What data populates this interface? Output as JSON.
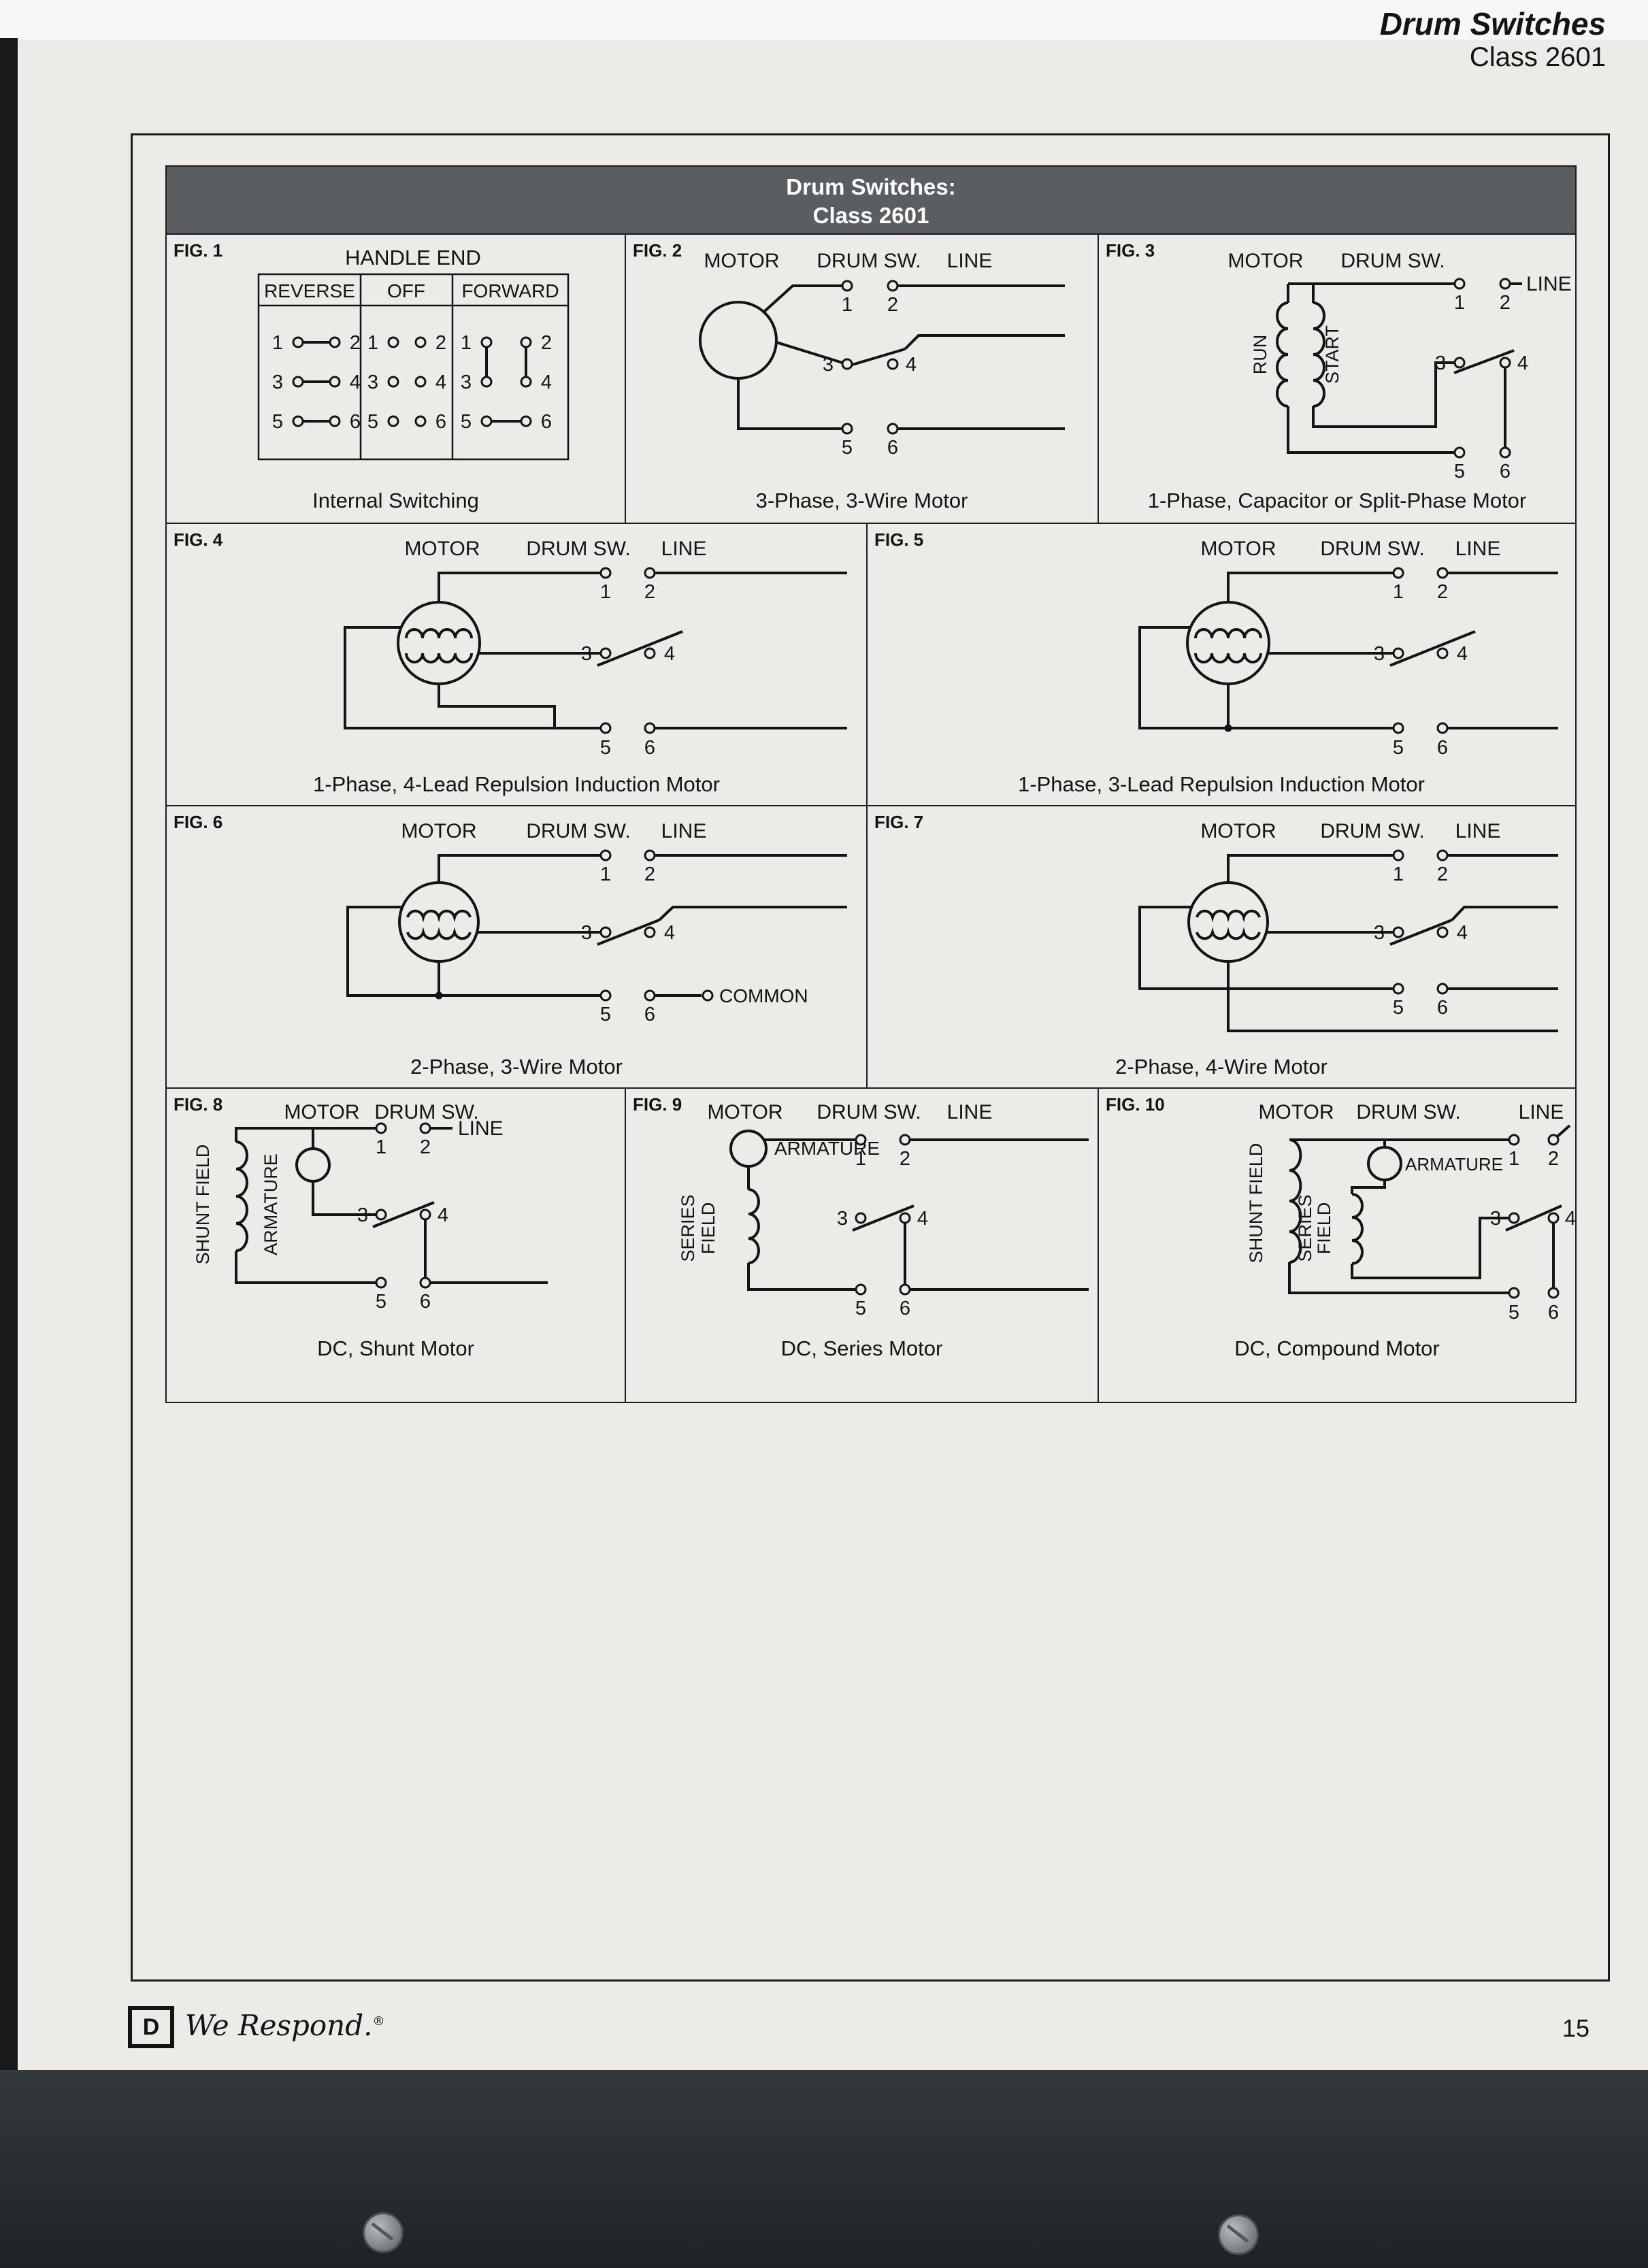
{
  "page": {
    "header_title": "Drum Switches",
    "header_subtitle": "Class 2601",
    "panel_title_line1": "Drum Switches:",
    "panel_title_line2": "Class 2601",
    "page_number": "15",
    "logo_letter": "D",
    "tagline": "We Respond.",
    "registered_mark": "®"
  },
  "labels": {
    "motor": "MOTOR",
    "drum_sw": "DRUM SW.",
    "line": "LINE",
    "run": "RUN",
    "start": "START",
    "common": "COMMON",
    "shunt_field": "SHUNT FIELD",
    "series": "SERIES",
    "field": "FIELD",
    "armature": "ARMATURE"
  },
  "terminals": [
    "1",
    "2",
    "3",
    "4",
    "5",
    "6"
  ],
  "fig1": {
    "title": "HANDLE END",
    "columns": [
      "REVERSE",
      "OFF",
      "FORWARD"
    ],
    "pairs": [
      [
        "1",
        "2"
      ],
      [
        "3",
        "4"
      ],
      [
        "5",
        "6"
      ]
    ]
  },
  "figures": [
    {
      "id": "FIG. 1",
      "caption": "Internal Switching"
    },
    {
      "id": "FIG. 2",
      "caption": "3-Phase, 3-Wire Motor"
    },
    {
      "id": "FIG. 3",
      "caption": "1-Phase, Capacitor or Split-Phase Motor"
    },
    {
      "id": "FIG. 4",
      "caption": "1-Phase, 4-Lead Repulsion Induction Motor"
    },
    {
      "id": "FIG. 5",
      "caption": "1-Phase, 3-Lead Repulsion Induction Motor"
    },
    {
      "id": "FIG. 6",
      "caption": "2-Phase, 3-Wire Motor"
    },
    {
      "id": "FIG. 7",
      "caption": "2-Phase, 4-Wire Motor"
    },
    {
      "id": "FIG. 8",
      "caption": "DC, Shunt Motor"
    },
    {
      "id": "FIG. 9",
      "caption": "DC, Series Motor"
    },
    {
      "id": "FIG. 10",
      "caption": "DC, Compound Motor"
    }
  ]
}
